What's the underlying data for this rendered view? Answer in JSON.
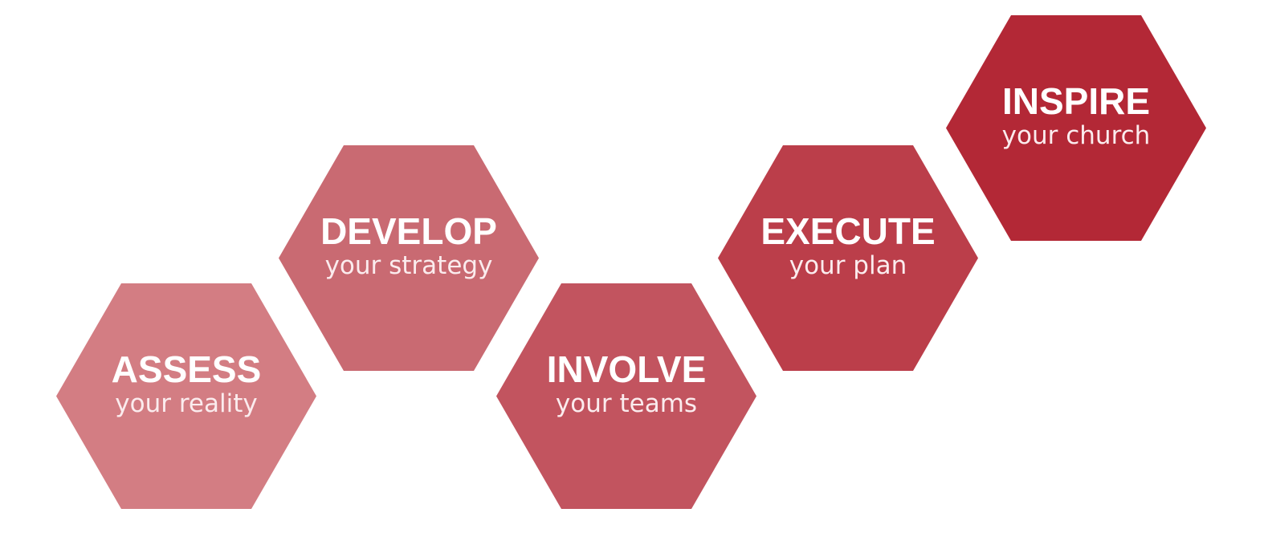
{
  "diagram": {
    "steps": [
      {
        "title": "ASSESS",
        "subtitle": "your reality",
        "color": "#d37d83"
      },
      {
        "title": "DEVELOP",
        "subtitle": "your strategy",
        "color": "#c96a72"
      },
      {
        "title": "INVOLVE",
        "subtitle": "your teams",
        "color": "#c2545f"
      },
      {
        "title": "EXECUTE",
        "subtitle": "your plan",
        "color": "#bb3e4a"
      },
      {
        "title": "INSPIRE",
        "subtitle": "your church",
        "color": "#b32836"
      }
    ]
  }
}
